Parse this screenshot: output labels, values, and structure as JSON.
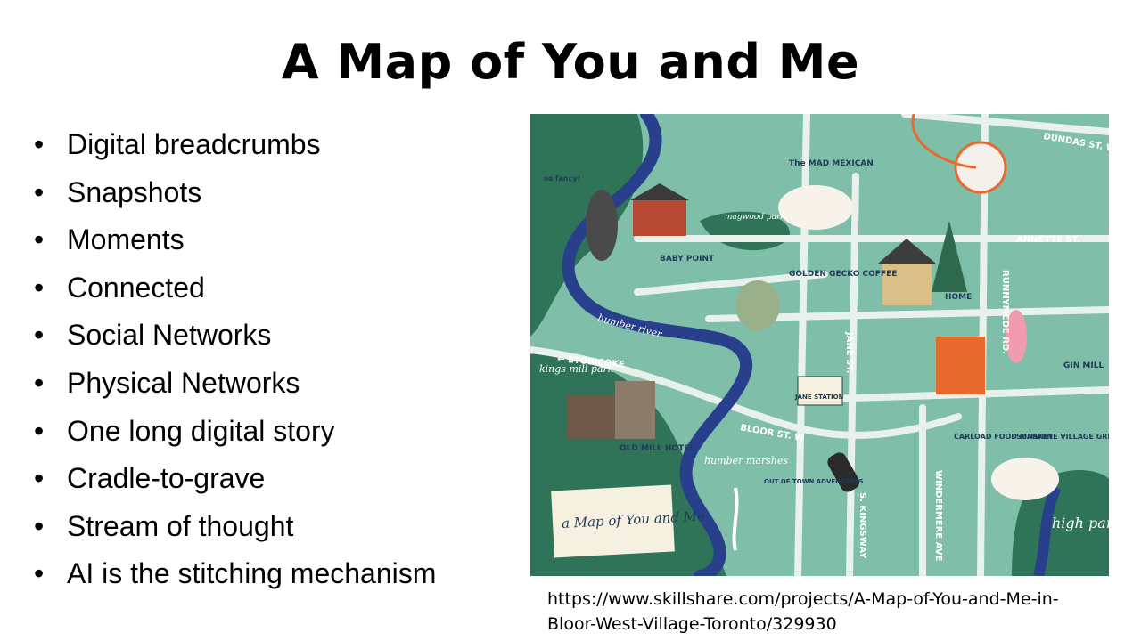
{
  "slide": {
    "title": "A Map of You and Me",
    "bullets": [
      "Digital breadcrumbs",
      "Snapshots",
      "Moments",
      "Connected",
      "Social Networks",
      "Physical Networks",
      "One long digital story",
      "Cradle-to-grave",
      "Stream of thought",
      "AI is the stitching mechanism"
    ],
    "bullet_glyph": "•",
    "caption_lines": [
      "https://www.skillshare.com/projects/A-Map-of-You-and-Me-in-",
      "Bloor-West-Village-Toronto/329930"
    ]
  },
  "map": {
    "streets": {
      "dundas": "DUNDAS ST. W",
      "annette": "ANNETTE ST.",
      "runnymede": "RUNNYMEDE RD.",
      "jane": "JANE ST.",
      "bloor": "BLOOR ST. W",
      "etobicoke": "← ETOBICOKE",
      "windermere": "WINDERMERE AVE",
      "kingsway": "S. KINGSWAY"
    },
    "labels": {
      "mad_mexican": "The MAD MEXICAN",
      "baby_point": "BABY POINT",
      "golden_gecko": "GOLDEN GECKO COFFEE",
      "home": "HOME",
      "gin_mill": "GIN MILL",
      "jane_station": "JANE STATION",
      "carload": "CARLOAD FOOD MARKET",
      "sunshine": "SUNSHINE VILLAGE GRILL",
      "old_mill": "OLD MILL HOTEL",
      "out_of_town": "OUT OF TOWN ADVENTURES",
      "kings_mill": "kings mill park",
      "humber_river": "humber river",
      "humber_marshes": "humber marshes",
      "high_park": "high park",
      "magwood": "magwood park",
      "so_fancy": "so fancy!",
      "map_title": "a Map of You and Me"
    },
    "colors": {
      "land": "#7fbfaa",
      "park": "#2f7458",
      "river": "#283f8c",
      "road": "#e9f1ec",
      "accent": "#e8692e"
    }
  }
}
